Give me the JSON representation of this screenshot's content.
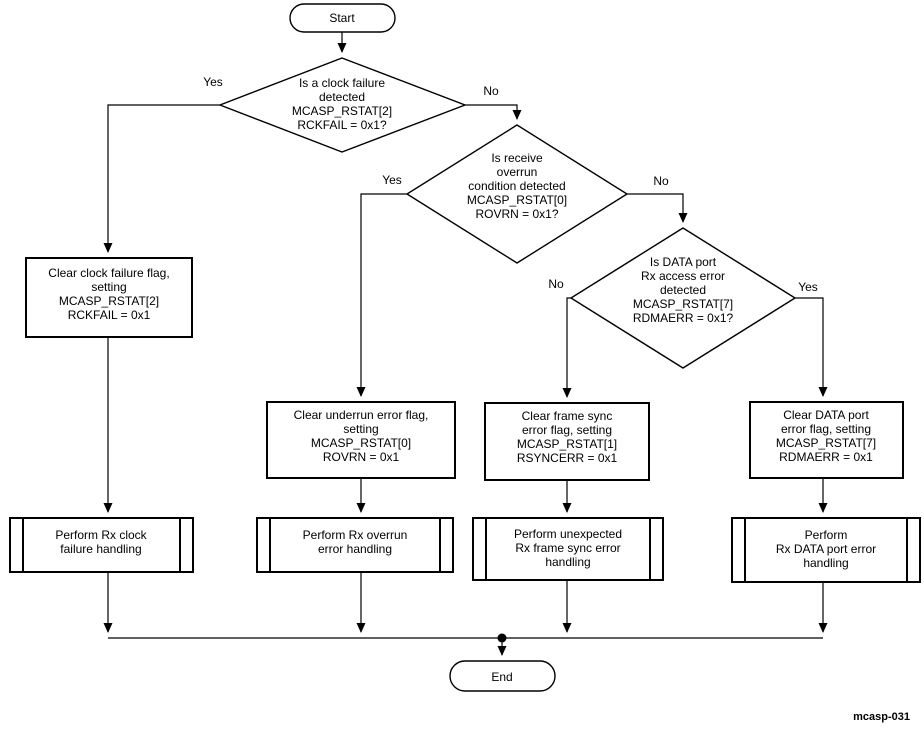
{
  "figure_label": "mcasp-031",
  "colors": {
    "line": "#000000",
    "background": "#ffffff",
    "text": "#000000"
  },
  "start": {
    "label": "Start"
  },
  "end": {
    "label": "End"
  },
  "decisions": {
    "clock_failure": {
      "lines": [
        "Is a clock failure",
        "detected",
        "MCASP_RSTAT[2]",
        "RCKFAIL = 0x1?"
      ],
      "yes": "Yes",
      "no": "No"
    },
    "receive_overrun": {
      "lines": [
        "Is receive",
        "overrun",
        "condition detected",
        "MCASP_RSTAT[0]",
        "ROVRN = 0x1?"
      ],
      "yes": "Yes",
      "no": "No"
    },
    "data_port_access_error": {
      "lines": [
        "Is DATA port",
        "Rx access  error",
        "detected",
        "MCASP_RSTAT[7]",
        "RDMAERR = 0x1?"
      ],
      "yes": "Yes",
      "no": "No"
    }
  },
  "processes": {
    "clear_clock_failure": {
      "lines": [
        "Clear clock failure flag,",
        "setting",
        "MCASP_RSTAT[2]",
        "RCKFAIL = 0x1"
      ]
    },
    "clear_underrun": {
      "lines": [
        "Clear underrun error flag,",
        "setting",
        "MCASP_RSTAT[0]",
        "ROVRN = 0x1"
      ]
    },
    "clear_frame_sync": {
      "lines": [
        "Clear frame sync",
        "error flag, setting",
        "MCASP_RSTAT[1]",
        "RSYNCERR = 0x1"
      ]
    },
    "clear_data_port": {
      "lines": [
        "Clear DATA port",
        "error flag, setting",
        "MCASP_RSTAT[7]",
        "RDMAERR = 0x1"
      ]
    }
  },
  "subroutines": {
    "rx_clock_failure": {
      "lines": [
        "Perform Rx clock",
        "failure handling"
      ]
    },
    "rx_overrun": {
      "lines": [
        "Perform Rx overrun",
        "error handling"
      ]
    },
    "rx_frame_sync": {
      "lines": [
        "Perform unexpected",
        "Rx frame sync error",
        "handling"
      ]
    },
    "rx_data_port": {
      "lines": [
        "Perform",
        "Rx DATA port error",
        "handling"
      ]
    }
  }
}
